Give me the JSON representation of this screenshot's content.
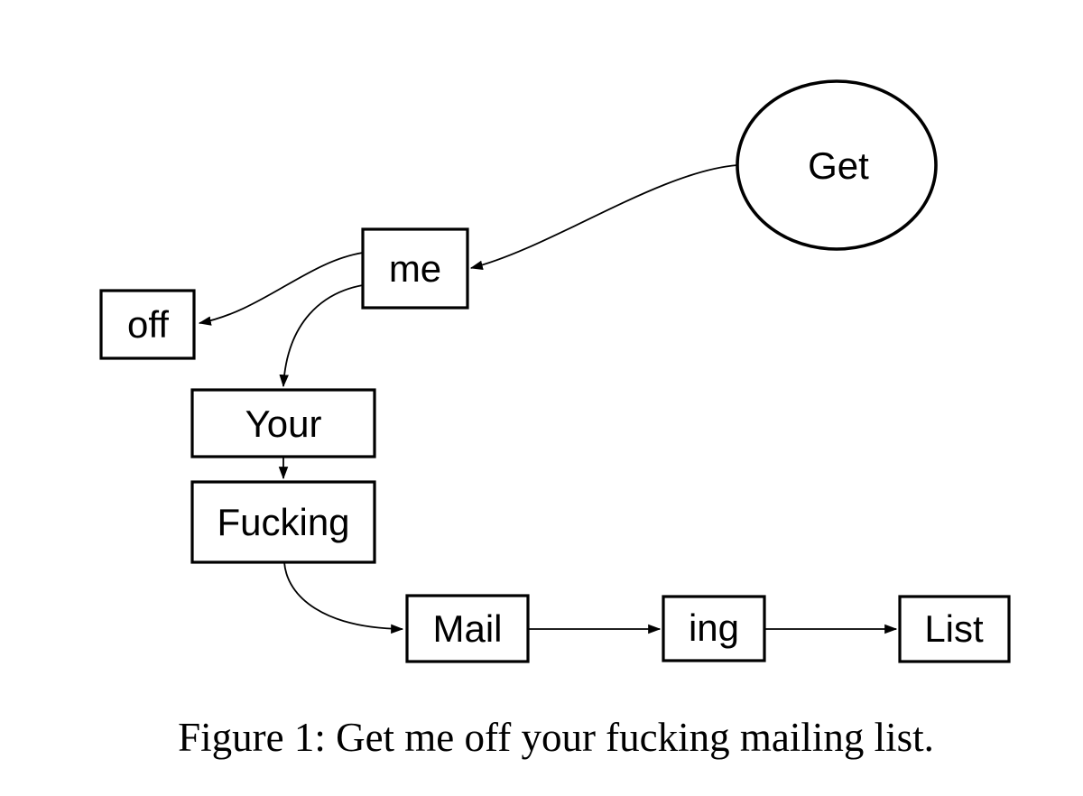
{
  "figure": {
    "caption": "Figure 1: Get me off your fucking mailing list.",
    "diagram_type": "flowchart",
    "colors": {
      "stroke": "#000000",
      "background": "#ffffff",
      "text": "#000000"
    },
    "nodes": [
      {
        "id": "get",
        "label": "Get",
        "shape": "ellipse"
      },
      {
        "id": "me",
        "label": "me",
        "shape": "box"
      },
      {
        "id": "off",
        "label": "off",
        "shape": "box"
      },
      {
        "id": "your",
        "label": "Your",
        "shape": "box"
      },
      {
        "id": "fucking",
        "label": "Fucking",
        "shape": "box"
      },
      {
        "id": "mail",
        "label": "Mail",
        "shape": "box"
      },
      {
        "id": "ing",
        "label": "ing",
        "shape": "box"
      },
      {
        "id": "list",
        "label": "List",
        "shape": "box"
      }
    ],
    "edges": [
      {
        "from": "get",
        "to": "me",
        "style": "curved"
      },
      {
        "from": "me",
        "to": "off",
        "style": "curved"
      },
      {
        "from": "me",
        "to": "your",
        "style": "curved"
      },
      {
        "from": "your",
        "to": "fucking",
        "style": "straight"
      },
      {
        "from": "fucking",
        "to": "mail",
        "style": "curved"
      },
      {
        "from": "mail",
        "to": "ing",
        "style": "straight"
      },
      {
        "from": "ing",
        "to": "list",
        "style": "straight"
      }
    ]
  }
}
